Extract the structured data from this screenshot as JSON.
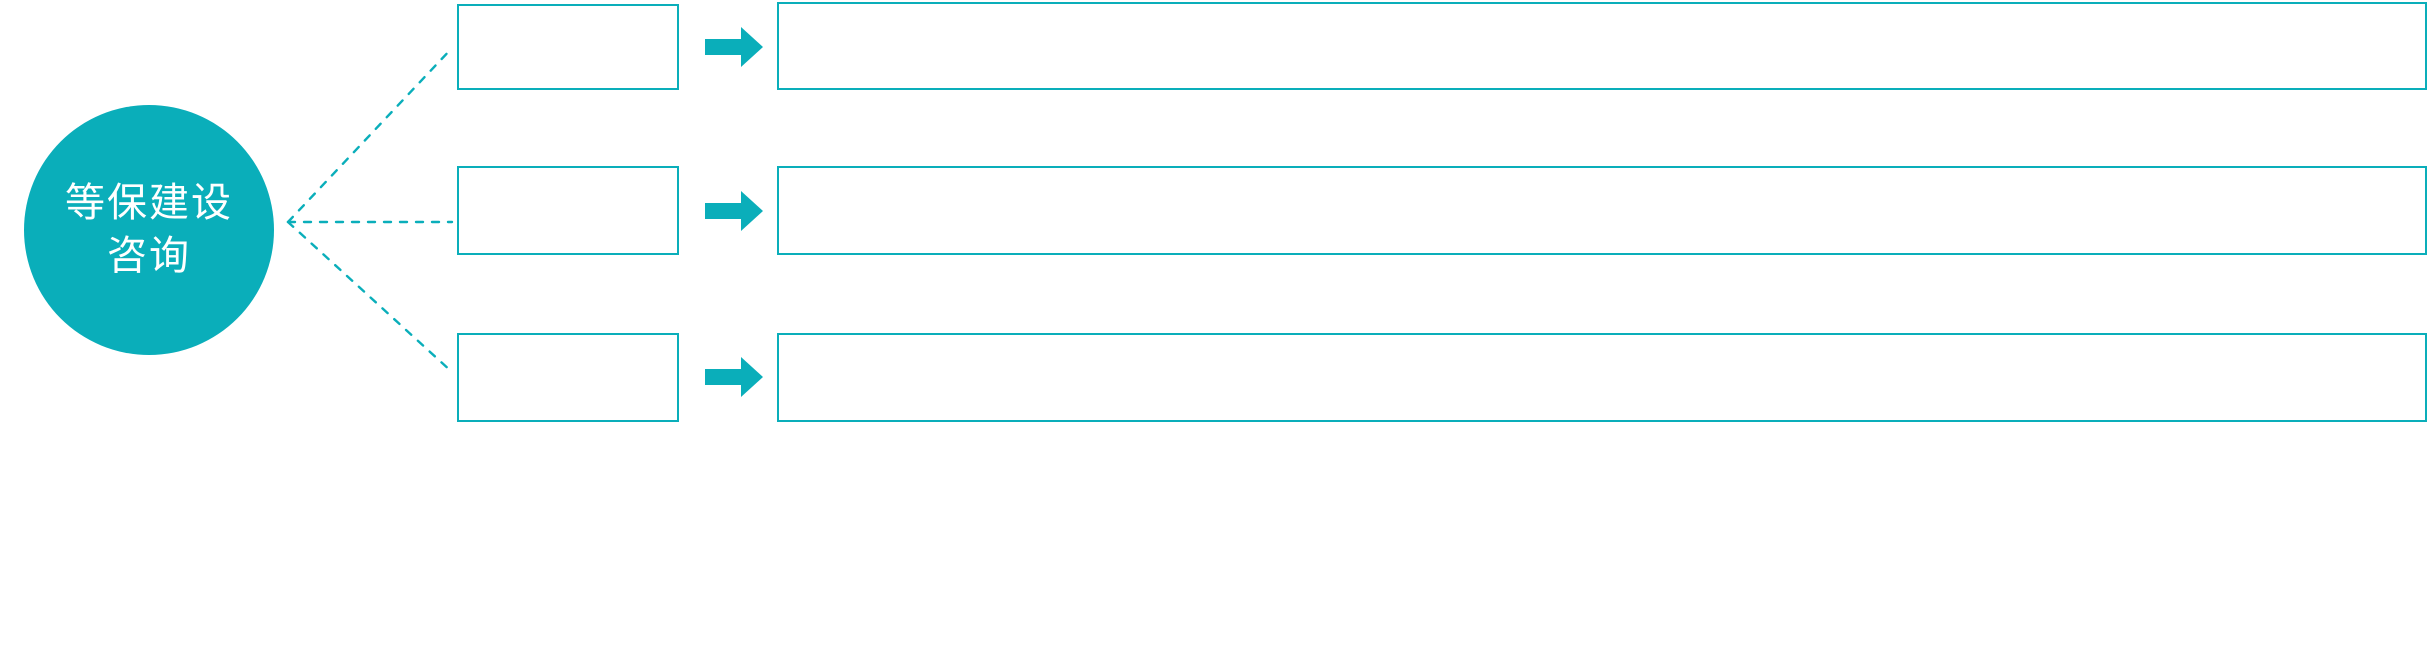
{
  "diagram": {
    "type": "fan-out-flow",
    "accent_color": "#0AAEBA",
    "background_color": "#FFFFFF",
    "text_on_accent_color": "#FFFFFF",
    "hub": {
      "shape": "circle",
      "label_line1": "等保建设",
      "label_line2": "咨询",
      "icon_name": "hub-circle"
    },
    "connector": {
      "style": "dotted",
      "icon_name": "dotted-connector-lines",
      "branch_count": 3
    },
    "rows": [
      {
        "category_label": "",
        "arrow_icon": "arrow-right-icon",
        "detail_label": ""
      },
      {
        "category_label": "",
        "arrow_icon": "arrow-right-icon",
        "detail_label": ""
      },
      {
        "category_label": "",
        "arrow_icon": "arrow-right-icon",
        "detail_label": ""
      }
    ]
  }
}
